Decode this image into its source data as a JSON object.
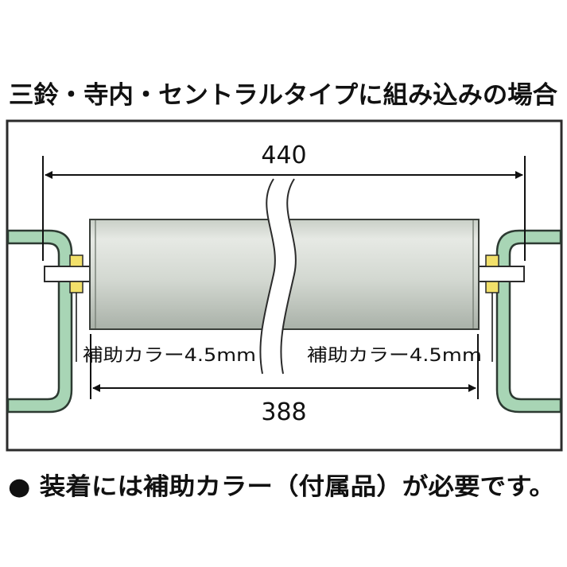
{
  "title": "三鈴・寺内・セントラルタイプに組み込みの場合",
  "dimensions": {
    "overall": "440",
    "inner": "388"
  },
  "collar_label_left": "補助カラー4.5mm",
  "collar_label_right": "補助カラー4.5mm",
  "note": "● 装着には補助カラー（付属品）が必要です。",
  "colors": {
    "frame_fill": "#a8d5b5",
    "frame_stroke": "#2d3a32",
    "collar_fill": "#f2e06a",
    "roller_light": "#e4e8e2",
    "roller_dark": "#aeb6ad"
  }
}
